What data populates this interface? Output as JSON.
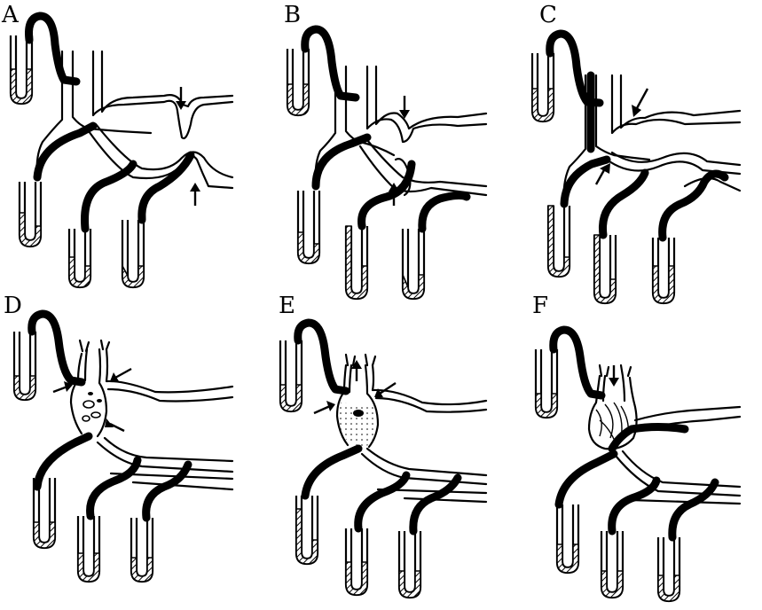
{
  "figure": {
    "panels": [
      {
        "label": "A",
        "arrows": 2
      },
      {
        "label": "B",
        "arrows": 2
      },
      {
        "label": "C",
        "arrows": 2
      },
      {
        "label": "D",
        "arrows": 3
      },
      {
        "label": "E",
        "arrows": 3
      },
      {
        "label": "F",
        "arrows": 1
      }
    ]
  }
}
